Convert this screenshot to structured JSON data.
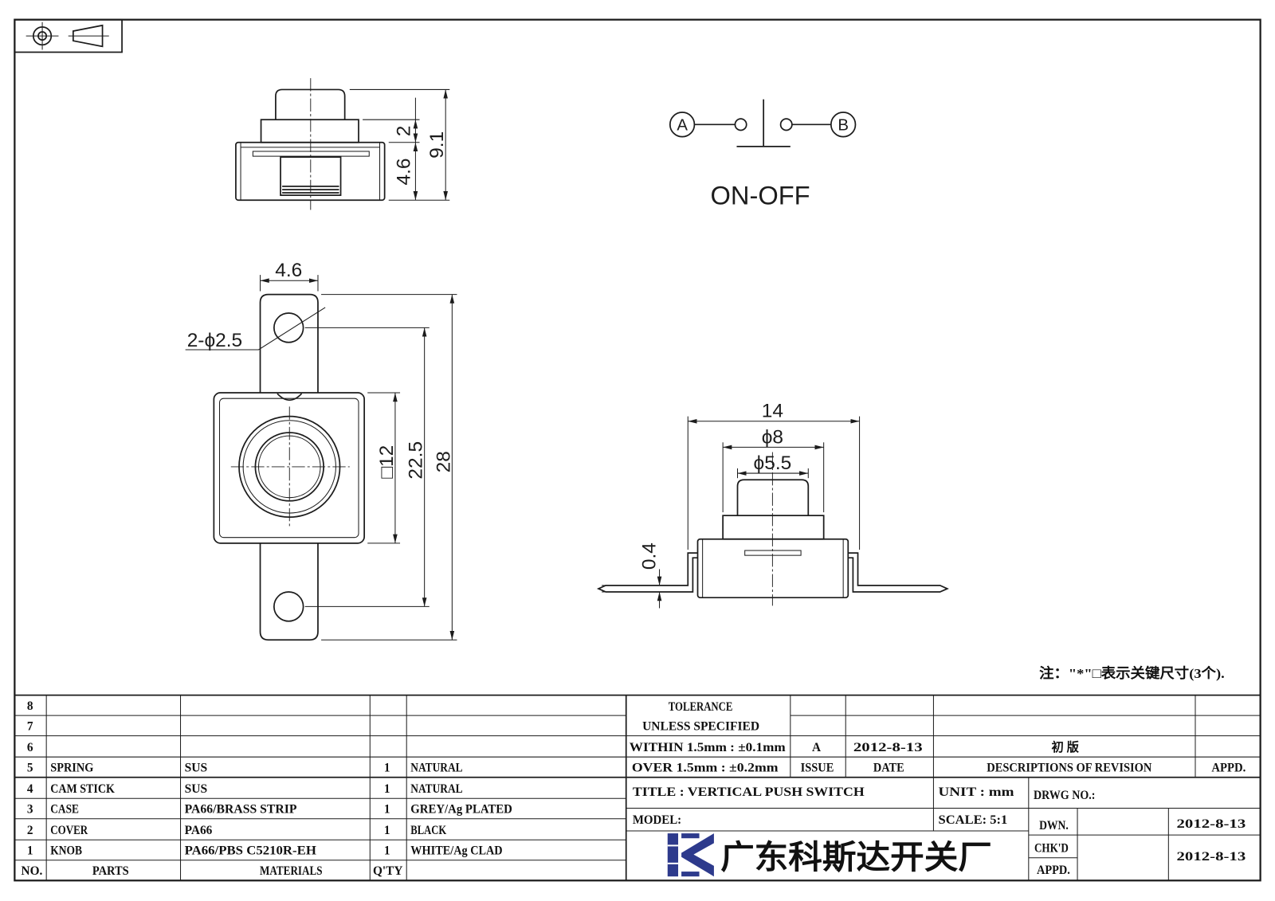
{
  "colors": {
    "ink": "#1c1c1c",
    "logo": "#2d3a8c"
  },
  "front_view": {
    "dim_collar": "2",
    "dim_body": "4.6",
    "dim_total": "9.1"
  },
  "schematic": {
    "terminal_a": "A",
    "terminal_b": "B",
    "label": "ON-OFF"
  },
  "top_view": {
    "dim_tab_width": "4.6",
    "dim_holes": "2-ϕ2.5",
    "dim_square": "□12",
    "dim_hole_pitch": "22.5",
    "dim_length": "28"
  },
  "side_view": {
    "dim_width": "14",
    "dim_collar": "ϕ8",
    "dim_knob": "ϕ5.5",
    "dim_terminal": "0.4"
  },
  "note": "注：\"*\"□表示关键尺寸(3个).",
  "parts_list": {
    "headers": {
      "no": "NO.",
      "parts": "PARTS",
      "materials": "MATERIALS",
      "qty": "Q'TY"
    },
    "rows": [
      {
        "no": "8"
      },
      {
        "no": "7"
      },
      {
        "no": "6"
      },
      {
        "no": "5",
        "part": "SPRING",
        "material": "SUS",
        "qty": "1",
        "finish": "NATURAL"
      },
      {
        "no": "4",
        "part": "CAM STICK",
        "material": "SUS",
        "qty": "1",
        "finish": "NATURAL"
      },
      {
        "no": "3",
        "part": "CASE",
        "material": "PA66/BRASS STRIP",
        "qty": "1",
        "finish": "GREY/Ag PLATED"
      },
      {
        "no": "2",
        "part": "COVER",
        "material": "PA66",
        "qty": "1",
        "finish": "BLACK"
      },
      {
        "no": "1",
        "part": "KNOB",
        "material": "PA66/PBS C5210R-EH",
        "qty": "1",
        "finish": "WHITE/Ag CLAD"
      }
    ]
  },
  "tolerance": {
    "title": "TOLERANCE",
    "subtitle": "UNLESS SPECIFIED",
    "within": "WITHIN 1.5mm : ±0.1mm",
    "over": "OVER 1.5mm : ±0.2mm"
  },
  "revision": {
    "headers": {
      "issue": "ISSUE",
      "date": "DATE",
      "description": "DESCRIPTIONS OF REVISION",
      "approved": "APPD."
    },
    "entries": [
      {
        "issue": "A",
        "date": "2012-8-13",
        "description": "初 版"
      }
    ]
  },
  "title_block": {
    "title": "TITLE : VERTICAL PUSH SWITCH",
    "unit": "UNIT : mm",
    "drawing_no": "DRWG NO.:",
    "model": "MODEL:",
    "scale": "SCALE: 5:1",
    "drawn_label": "DWN.",
    "drawn_date": "2012-8-13",
    "checked_label": "CHK'D",
    "approved_label": "APPD.",
    "checked_date": "2012-8-13"
  },
  "company": "广东科斯达开关厂"
}
